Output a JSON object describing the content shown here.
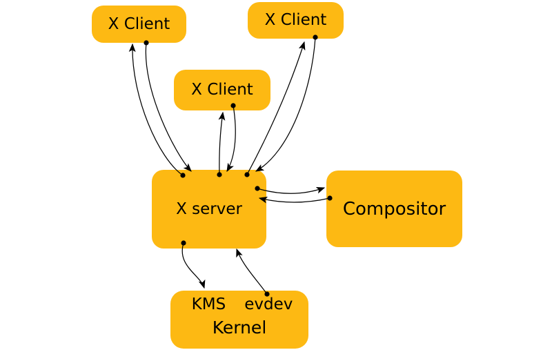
{
  "colors": {
    "node_fill": "#FDB913",
    "edge": "#000000",
    "text": "#000000",
    "background": "#FFFFFF"
  },
  "nodes": {
    "client_top_left": {
      "label": "X Client"
    },
    "client_top_right": {
      "label": "X Client"
    },
    "client_middle": {
      "label": "X Client"
    },
    "xserver": {
      "label": "X server"
    },
    "compositor": {
      "label": "Compositor"
    },
    "kernel": {
      "label": "Kernel",
      "kms_label": "KMS",
      "evdev_label": "evdev"
    }
  },
  "edges": [
    {
      "id": "xserver-to-client-top-left",
      "from": "xserver",
      "to": "client_top_left"
    },
    {
      "id": "client-top-left-to-xserver",
      "from": "client_top_left",
      "to": "xserver"
    },
    {
      "id": "xserver-to-client-middle",
      "from": "xserver",
      "to": "client_middle"
    },
    {
      "id": "client-middle-to-xserver",
      "from": "client_middle",
      "to": "xserver"
    },
    {
      "id": "xserver-to-client-top-right",
      "from": "xserver",
      "to": "client_top_right"
    },
    {
      "id": "client-top-right-to-xserver",
      "from": "client_top_right",
      "to": "xserver"
    },
    {
      "id": "xserver-to-compositor",
      "from": "xserver",
      "to": "compositor"
    },
    {
      "id": "compositor-to-xserver",
      "from": "compositor",
      "to": "xserver"
    },
    {
      "id": "xserver-to-kernel-kms",
      "from": "xserver",
      "to": "kernel"
    },
    {
      "id": "kernel-evdev-to-xserver",
      "from": "kernel",
      "to": "xserver"
    }
  ]
}
